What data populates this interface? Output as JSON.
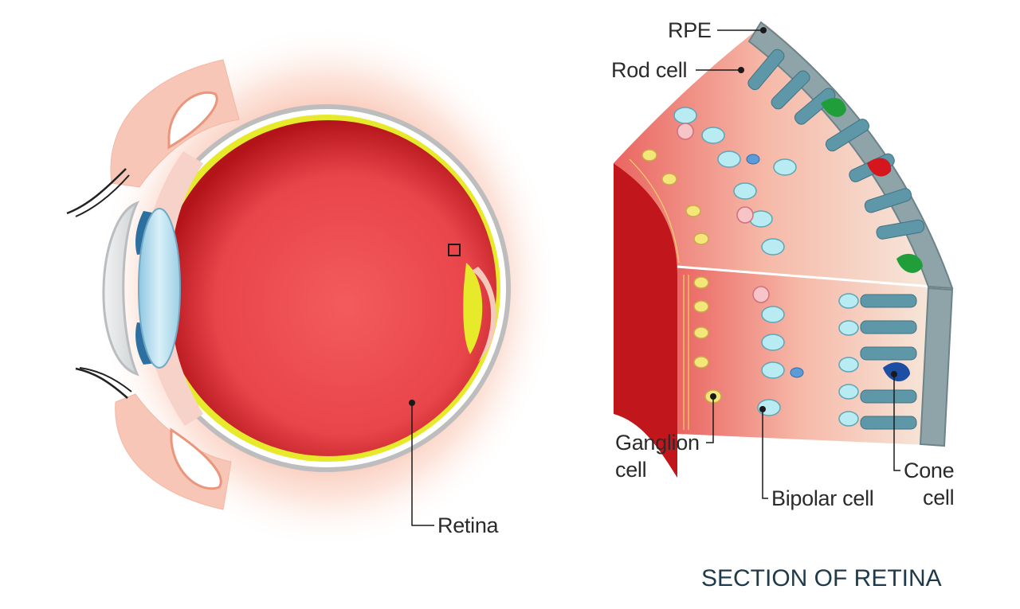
{
  "labels": {
    "rpe": "RPE",
    "rod_cell": "Rod cell",
    "retina": "Retina",
    "ganglion_line1": "Ganglion",
    "ganglion_line2": "cell",
    "bipolar_cell": "Bipolar cell",
    "cone_line1": "Cone",
    "cone_line2": "cell"
  },
  "caption": "SECTION OF RETINA",
  "colors": {
    "vitreous": "#ee4a4c",
    "vitreous_dark": "#b3141a",
    "glow": "#f7a98f",
    "sclera": "#c9c9c9",
    "retina_yellow": "#e6ea2a",
    "lens": "#bfe4f3",
    "rpe": "#8fa4a9",
    "rod": "#5d97a8",
    "bipolar": "#b8ecf2",
    "ganglion": "#f5e67a",
    "cone_green": "#1f9e3a",
    "cone_red": "#d6161d",
    "cone_blue": "#1c4ea3"
  }
}
